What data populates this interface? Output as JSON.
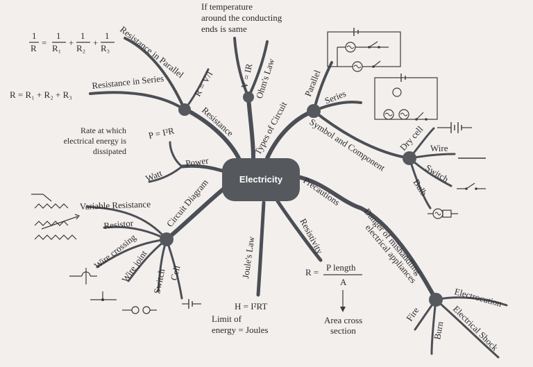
{
  "center": "Electricity",
  "branches": {
    "ohms_law": "Ohm's Law",
    "ohms_v": "V = IR",
    "ohms_note": [
      "If temperature",
      "around the conducting",
      "ends is same"
    ],
    "resistance": "Resistance",
    "r_vi": "R = V/I",
    "parallel": "Resistance in Parallel",
    "series": "Resistance in Series",
    "series_formula": "R = R₁ + R₂ + R₃",
    "parallel_formula": {
      "lhs_num": "1",
      "lhs_den": "R",
      "t1_num": "1",
      "t1_den": "R₁",
      "t2_num": "1",
      "t2_den": "R₂",
      "t3_num": "1",
      "t3_den": "R₃"
    },
    "types_of_circuit": "Types of Circuit",
    "tc_parallel": "Parallel",
    "tc_series": "Series",
    "symbol_component": "Symbol and Component",
    "dry_cell": "Dry cell",
    "wire": "Wire",
    "switch": "Switch",
    "bulb": "Bulb",
    "power": "Power",
    "power_formula": "P = I²R",
    "watt": "Watt",
    "power_note": [
      "Rate at which",
      "electrical energy is",
      "dissipated"
    ],
    "circuit_diagram": "Circuit Diagram",
    "cd_variable_resistance": "Variable Resistance",
    "cd_resistor": "Resistor",
    "cd_wire_crossing": "Wire crossing",
    "cd_wire_joint": "Wire joint",
    "cd_switch": "Switch",
    "cd_cell": "Cell",
    "joules_law": "Joule's Law",
    "joule_formula": "H = I²RT",
    "joule_note": [
      "Limit of",
      "energy = Joules"
    ],
    "resistivity": "Resistivity",
    "resistivity_lhs": "R =",
    "resistivity_num": "P length",
    "resistivity_den": "A",
    "area_note": [
      "Area cross",
      "section"
    ],
    "precautions": "Precautions",
    "danger": "Danger of mishandling",
    "danger2": "electrical appliances",
    "electrocution": "Electrocution",
    "electrical_shock": "Electrical Shock",
    "fire": "Fire",
    "burn": "Burn"
  }
}
